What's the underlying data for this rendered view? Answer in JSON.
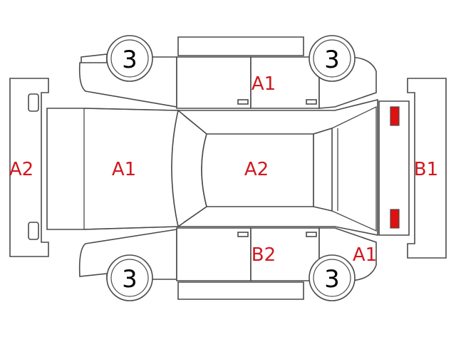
{
  "colors": {
    "code_text": "#d0191f",
    "outline": "#4a4a4a",
    "front_lamp": "#f2f200",
    "rear_lamp": "#e01010"
  },
  "labels": {
    "front_bumper": "A2",
    "hood": "A1",
    "roof": "A2",
    "rear_bumper": "B1",
    "right_side": "A1",
    "left_side": "B2",
    "left_rear_quarter": "A1"
  },
  "tires": {
    "front_right": "3",
    "rear_right": "3",
    "front_left": "3",
    "rear_left": "3"
  }
}
